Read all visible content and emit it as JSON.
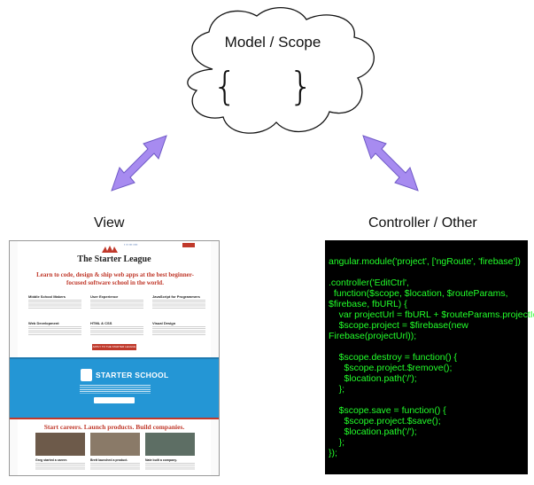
{
  "cloud": {
    "title": "Model / Scope",
    "braces": "{ }"
  },
  "labels": {
    "view": "View",
    "controller": "Controller  / Other"
  },
  "colors": {
    "arrow_fill": "#a78bf0",
    "arrow_stroke": "#6f59c6",
    "code_bg": "#000000",
    "code_text": "#22ff2a",
    "site_red": "#c0392b",
    "site_blue": "#2496d5"
  },
  "code_lines": [
    "angular.module('project', ['ngRoute', 'firebase'])",
    "",
    ".controller('EditCtrl',",
    "  function($scope, $location, $routeParams,",
    "$firebase, fbURL) {",
    "    var projectUrl = fbURL + $routeParams.projectId;",
    "    $scope.project = $firebase(new",
    "Firebase(projectUrl));",
    "",
    "    $scope.destroy = function() {",
    "      $scope.project.$remove();",
    "      $location.path('/');",
    "    };",
    "",
    "    $scope.save = function() {",
    "      $scope.project.$save();",
    "      $location.path('/');",
    "    };",
    "});"
  ],
  "website": {
    "brand": "The Starter League",
    "headline": "Learn to code, design & ship web apps at the best beginner-focused software school in the world.",
    "columns": [
      {
        "title": "Middle School Makers"
      },
      {
        "title": "User Experience"
      },
      {
        "title": "JavaScript for Programmers"
      },
      {
        "title": "Web Development"
      },
      {
        "title": "HTML & CSS"
      },
      {
        "title": "Visual Design"
      }
    ],
    "apply_button": "APPLY TO THE STARTER LEAGUE",
    "band_title": "STARTER SCHOOL",
    "section_heading": "Start careers. Launch products. Build companies.",
    "stories": [
      {
        "caption": "Greg started a career."
      },
      {
        "caption": "Brett launched a product."
      },
      {
        "caption": "Nate built a company."
      }
    ]
  }
}
